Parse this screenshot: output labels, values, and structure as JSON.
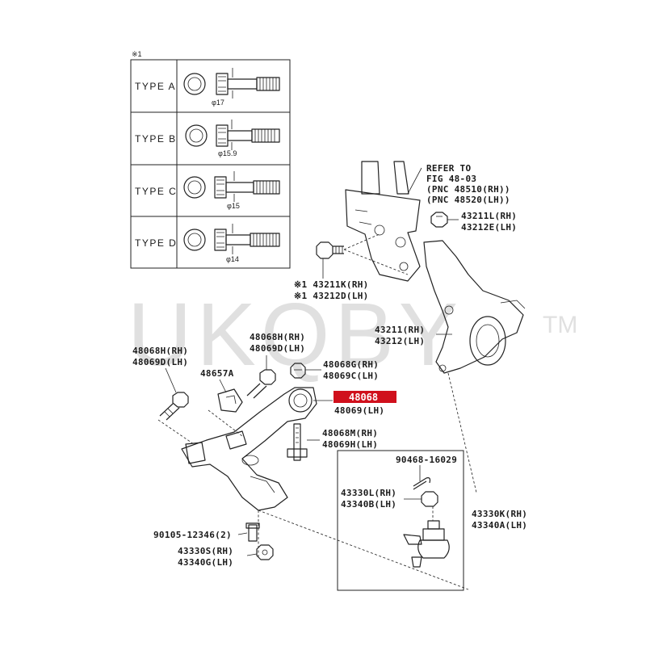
{
  "note_mark": "※1",
  "types": [
    {
      "label": "TYPE A",
      "dia": "φ17"
    },
    {
      "label": "TYPE B",
      "dia": "φ15.9"
    },
    {
      "label": "TYPE C",
      "dia": "φ15"
    },
    {
      "label": "TYPE D",
      "dia": "φ14"
    }
  ],
  "refer": [
    "REFER TO",
    "FIG 48-03",
    "(PNC 48510(RH))",
    "(PNC 48520(LH))"
  ],
  "parts": {
    "p43211L": [
      "43211L(RH)",
      "43212E(LH)"
    ],
    "p43211K": [
      "※1 43211K(RH)",
      "※1 43212D(LH)"
    ],
    "p43211": [
      "43211(RH)",
      "43212(LH)"
    ],
    "p48068H": [
      "48068H(RH)",
      "48069D(LH)"
    ],
    "p48068H_center": [
      "48068H(RH)",
      "48069D(LH)"
    ],
    "p48068G": [
      "48068G(RH)",
      "48069C(LH)"
    ],
    "p48657A": [
      "48657A"
    ],
    "p48068": [
      "48068",
      "48069(LH)"
    ],
    "p48068M": [
      "48068M(RH)",
      "48069H(LH)"
    ],
    "p90468": [
      "90468-16029"
    ],
    "p43330L": [
      "43330L(RH)",
      "43340B(LH)"
    ],
    "p43330K": [
      "43330K(RH)",
      "43340A(LH)"
    ],
    "p90105": [
      "90105-12346(2)"
    ],
    "p43330S": [
      "43330S(RH)",
      "43340G(LH)"
    ]
  },
  "watermark": {
    "text": "UKQBY",
    "tm": "TM"
  },
  "colors": {
    "highlight": "#d0101c",
    "ink": "#222222",
    "watermark": "#c8c8c8"
  }
}
